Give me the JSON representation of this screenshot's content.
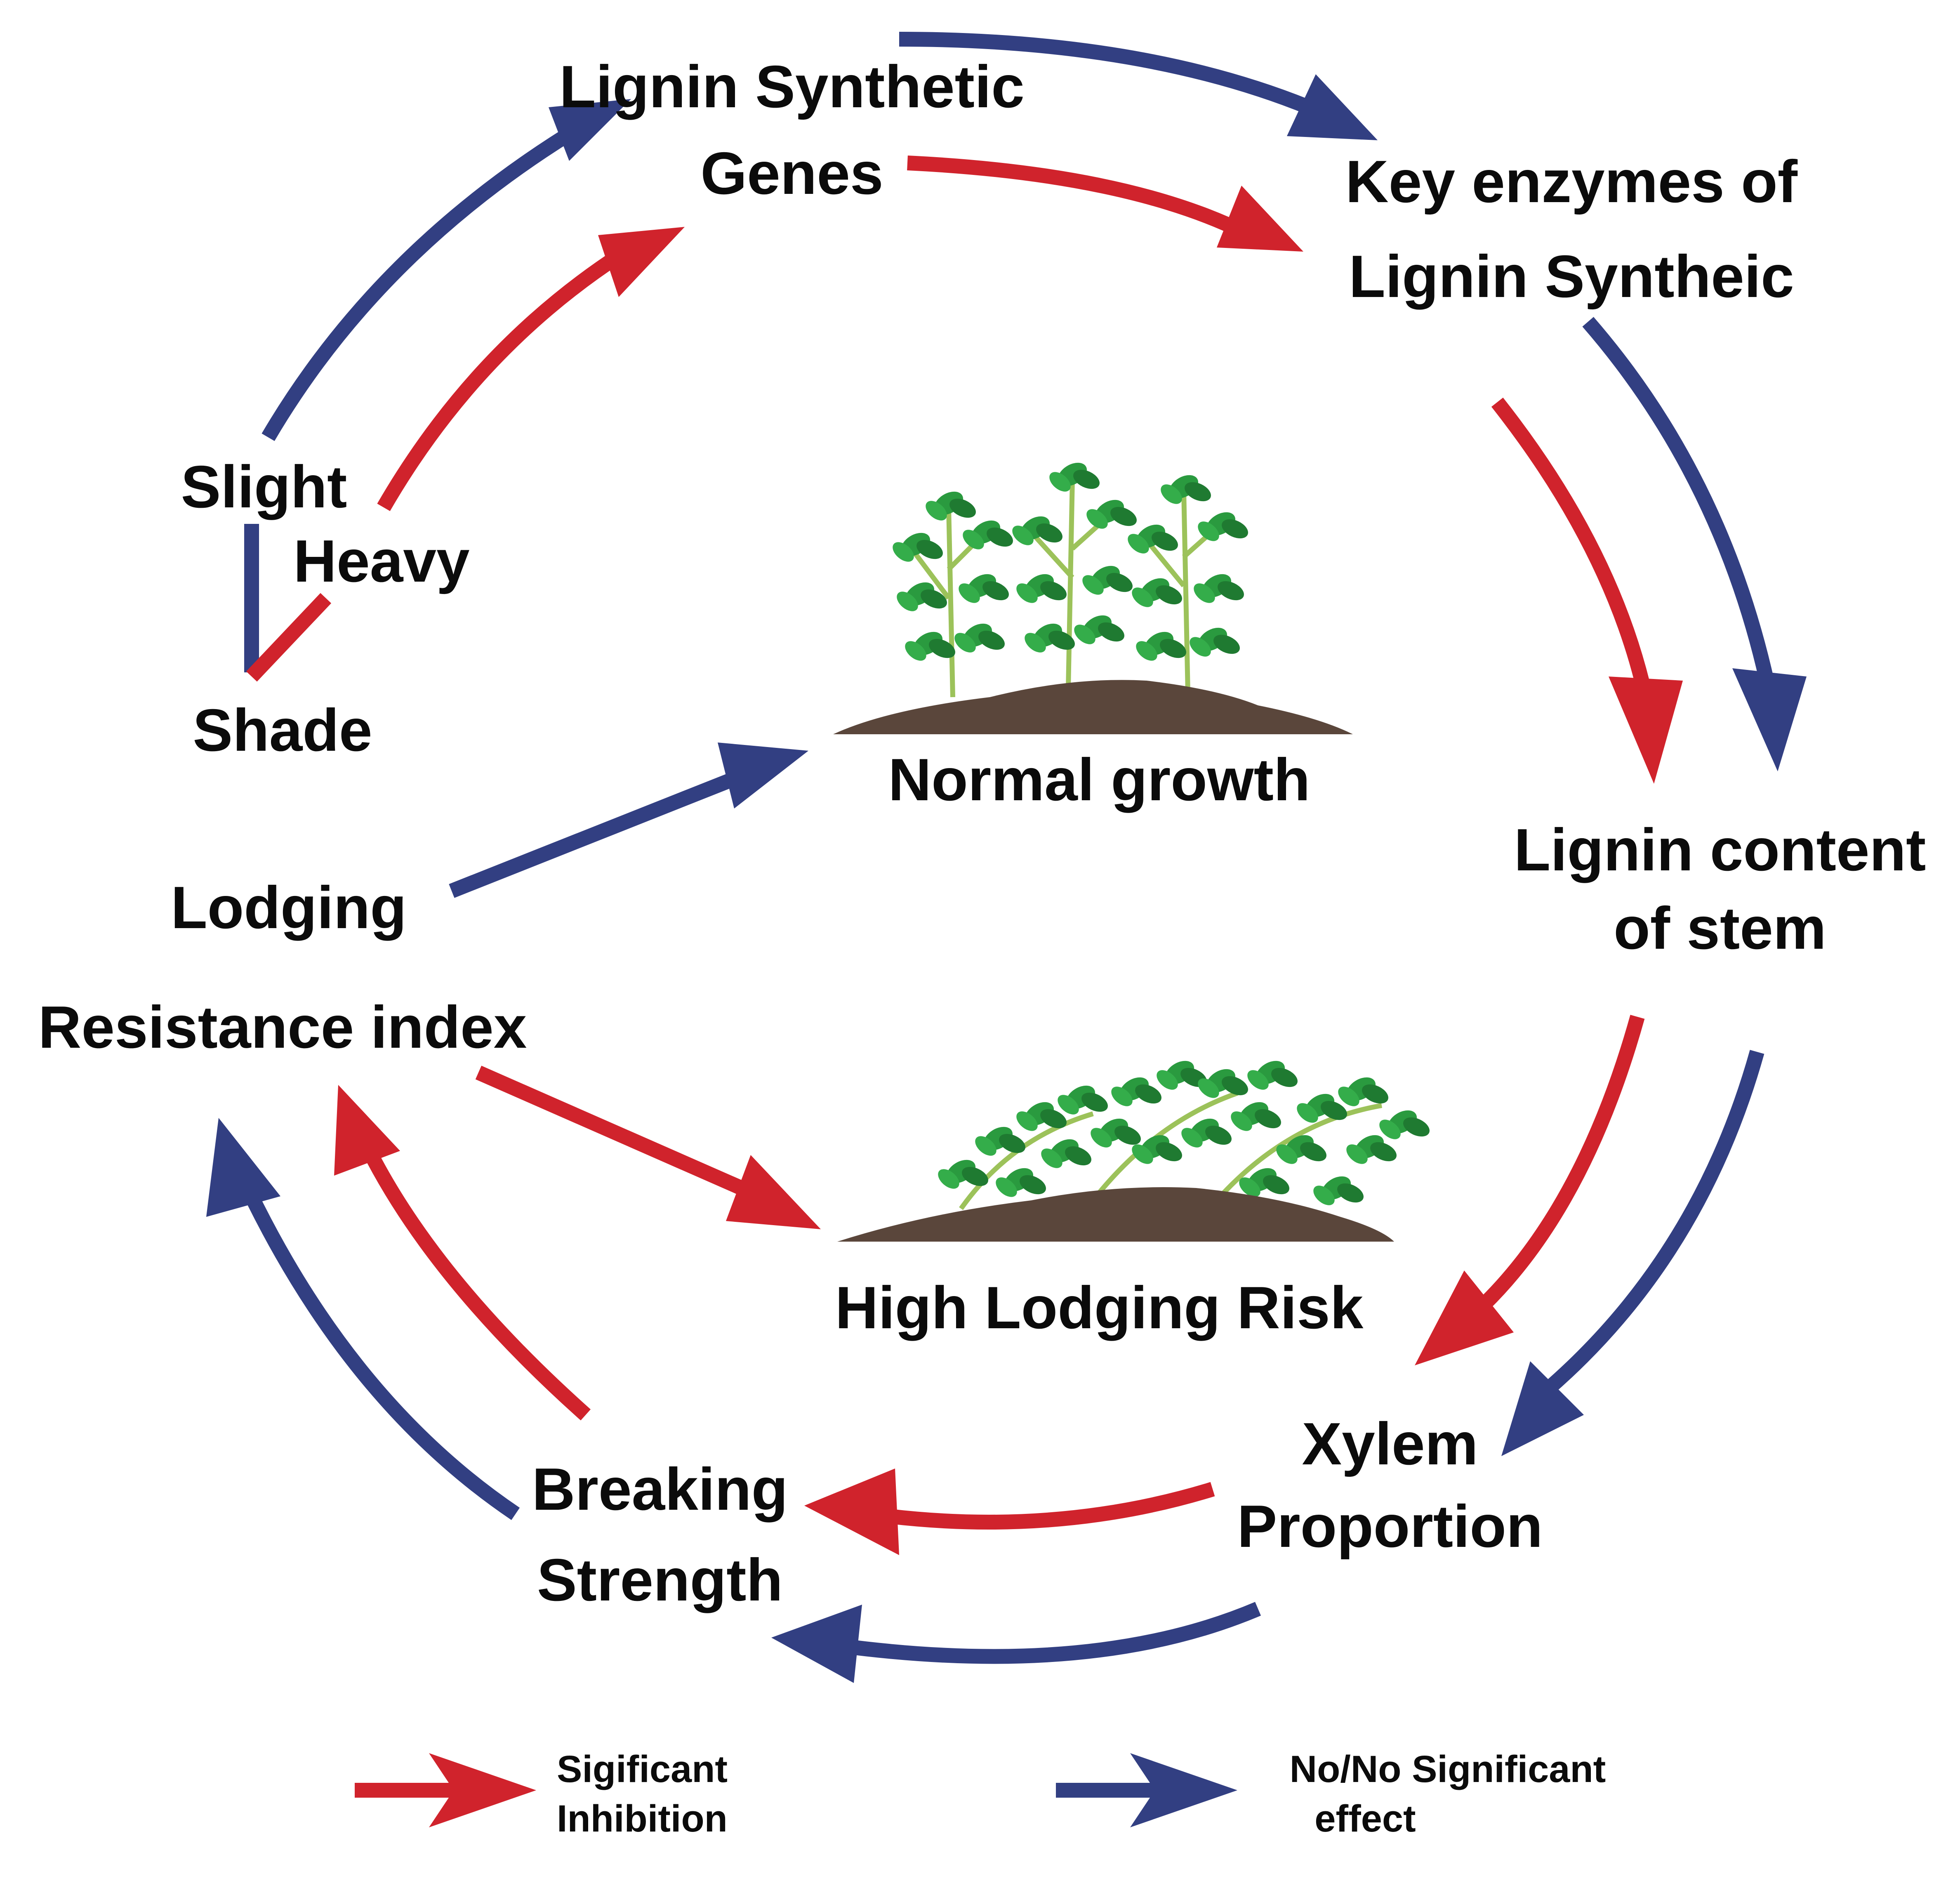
{
  "colors": {
    "inhibition": "#d0232c",
    "no_effect": "#323f82",
    "soil": "#5a463b",
    "leaf": "#2a9a3f",
    "leaf_dark": "#1f7a31",
    "stem": "#9cc25a"
  },
  "nodes": {
    "lignin_genes": [
      "Lignin Synthetic",
      "Genes"
    ],
    "key_enzymes": [
      "Key enzymes of",
      "Lignin Syntheic"
    ],
    "lignin_content": [
      "Lignin content",
      "of stem"
    ],
    "xylem": [
      "Xylem",
      "Proportion"
    ],
    "breaking": [
      "Breaking",
      "Strength"
    ],
    "lodging": [
      "Lodging",
      "Resistance index"
    ],
    "slight": "Slight",
    "heavy": "Heavy",
    "shade": "Shade",
    "normal_growth": "Normal growth",
    "high_risk": "High Lodging Risk"
  },
  "legend": {
    "red": [
      "Sigificant",
      "Inhibition"
    ],
    "blue": [
      "No/No Significant",
      "effect"
    ]
  },
  "icons": [
    "arrow-red",
    "arrow-blue",
    "upright-plants",
    "lodged-plants",
    "soil-mound"
  ]
}
